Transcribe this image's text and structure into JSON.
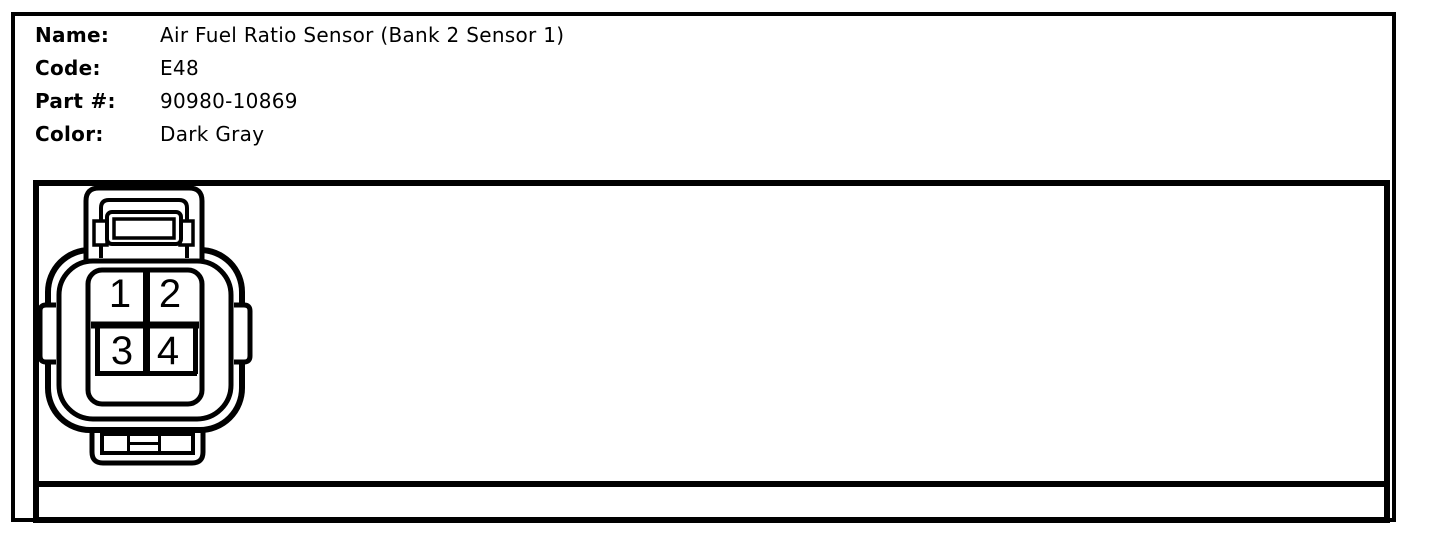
{
  "page": {
    "background": "#ffffff",
    "line_color": "#000000"
  },
  "header": {
    "fields": [
      {
        "label": "Name:",
        "value": "Air Fuel Ratio Sensor (Bank 2 Sensor 1)"
      },
      {
        "label": "Code:",
        "value": "E48"
      },
      {
        "label": "Part #:",
        "value": "90980-10869"
      },
      {
        "label": "Color:",
        "value": "Dark Gray"
      }
    ]
  },
  "connector": {
    "description": "4-pin connector front view",
    "pins": [
      "1",
      "2",
      "3",
      "4"
    ]
  }
}
